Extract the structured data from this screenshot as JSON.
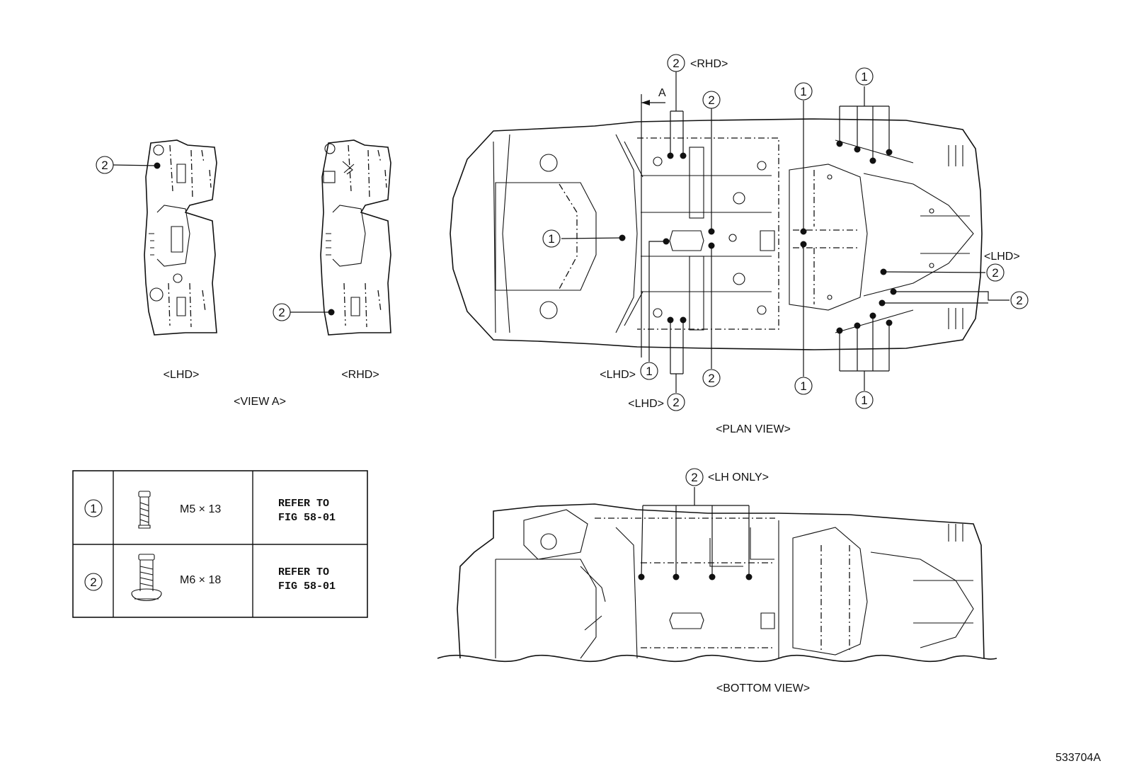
{
  "views": {
    "view_a": "<VIEW A>",
    "view_a_lhd": "<LHD>",
    "view_a_rhd": "<RHD>",
    "plan_view": "<PLAN VIEW>",
    "bottom_view": "<BOTTOM VIEW>"
  },
  "plan_tags": {
    "rhd_top": "<RHD>",
    "lhd_right": "<LHD>",
    "lhd_bottom_1": "<LHD>",
    "lhd_bottom_2": "<LHD>",
    "section_arrow": "A"
  },
  "bottom_tags": {
    "lh_only": "<LH ONLY>"
  },
  "callouts": {
    "one": "1",
    "two": "2"
  },
  "parts_table": {
    "rows": [
      {
        "num": "1",
        "size": "M5 × 13",
        "ref_line1": "REFER TO",
        "ref_line2": "FIG 58-01"
      },
      {
        "num": "2",
        "size": "M6 × 18",
        "ref_line1": "REFER TO",
        "ref_line2": "FIG 58-01"
      }
    ]
  },
  "figure_id": "533704A"
}
